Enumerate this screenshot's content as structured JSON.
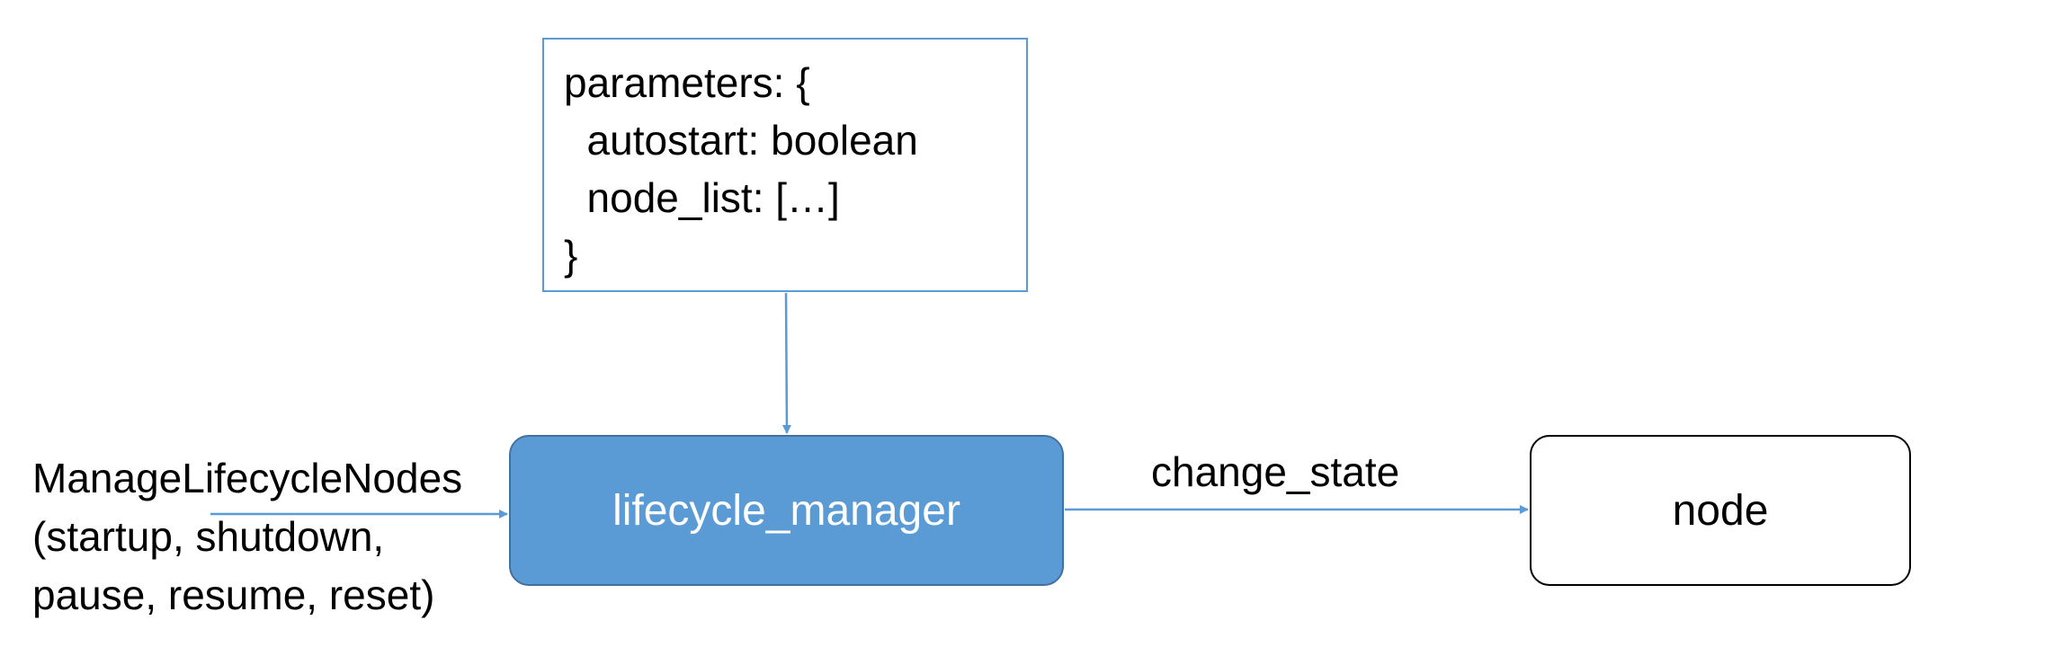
{
  "parameters_box": {
    "lines": [
      "parameters: {",
      "  autostart: boolean",
      "  node_list: […]",
      "}"
    ]
  },
  "lifecycle_manager": {
    "label": "lifecycle_manager"
  },
  "node": {
    "label": "node"
  },
  "service_input": {
    "lines": [
      "ManageLifecycleNodes",
      "(startup, shutdown,",
      "pause, resume, reset)"
    ]
  },
  "change_state_edge": {
    "label": "change_state"
  },
  "colors": {
    "accent": "#5B9BD5",
    "accent_border": "#41719C"
  }
}
